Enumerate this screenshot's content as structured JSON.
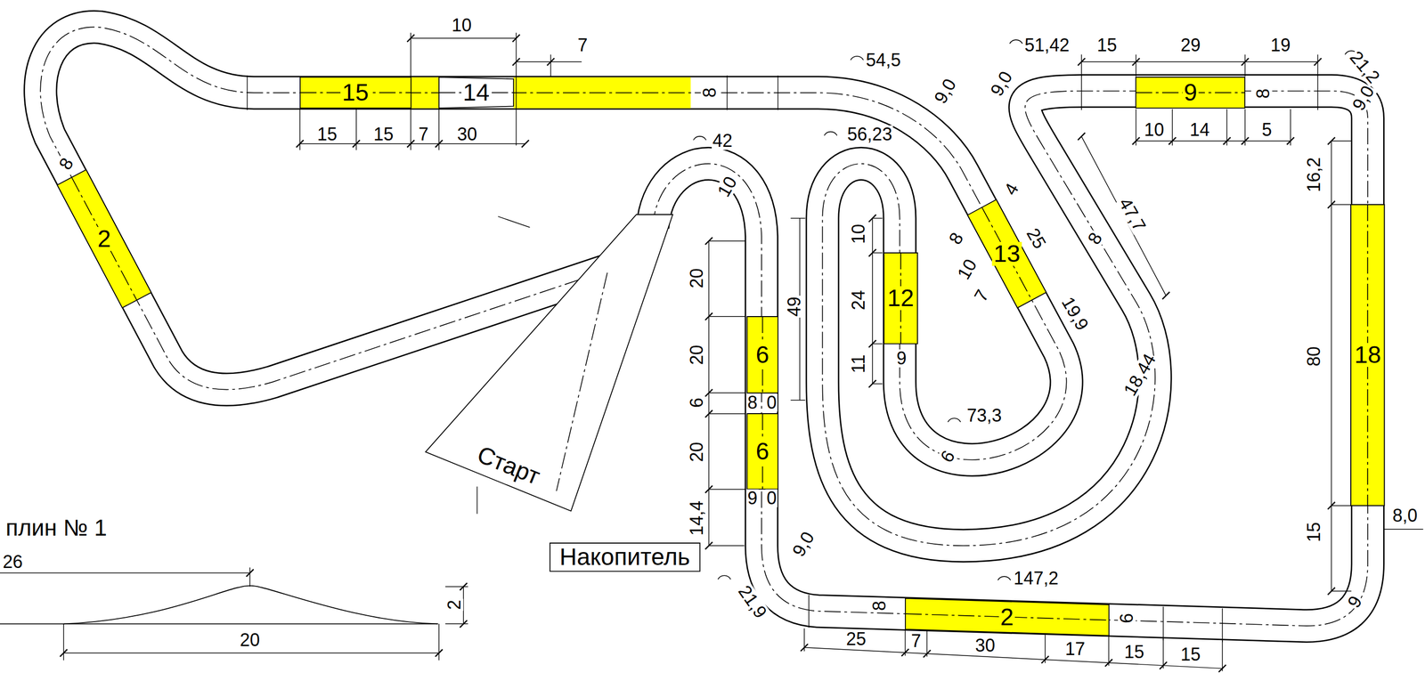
{
  "diagram": {
    "nodes": [
      {
        "text": [
          "15"
        ]
      },
      {
        "text": [
          "14"
        ]
      },
      {
        "text": [
          "2"
        ]
      },
      {
        "text": [
          "9"
        ]
      },
      {
        "text": [
          "13"
        ]
      },
      {
        "text": [
          "12"
        ]
      },
      {
        "text": [
          "6"
        ]
      },
      {
        "text": [
          "6"
        ]
      },
      {
        "text": [
          "18"
        ]
      },
      {
        "text": [
          "2"
        ]
      },
      {
        "text": [
          "Старт"
        ]
      },
      {
        "text": [
          "Накопитель"
        ]
      }
    ],
    "labels": [
      "10",
      "7",
      "15",
      "15",
      "7",
      "30",
      "8",
      "54,5",
      "9,0",
      "9,0",
      "51,42",
      "15",
      "29",
      "19",
      "21,2",
      "9,0",
      "8",
      "10",
      "14",
      "5",
      "16,2",
      "47,7",
      "80",
      "8,0",
      "15",
      "9",
      "42",
      "56,23",
      "10",
      "49",
      "10",
      "24",
      "11",
      "9",
      "8",
      "10",
      "7",
      "4",
      "25",
      "8",
      "19,9",
      "18,44",
      "73,3",
      "6",
      "20",
      "20",
      "6",
      "20",
      "14,4",
      "8",
      "0",
      "9",
      "0",
      "9,0",
      "21,9",
      "147,2",
      "8",
      "6",
      "25",
      "7",
      "30",
      "17",
      "15",
      "15",
      "8",
      "плин № 1",
      "26",
      "20",
      "2"
    ]
  }
}
